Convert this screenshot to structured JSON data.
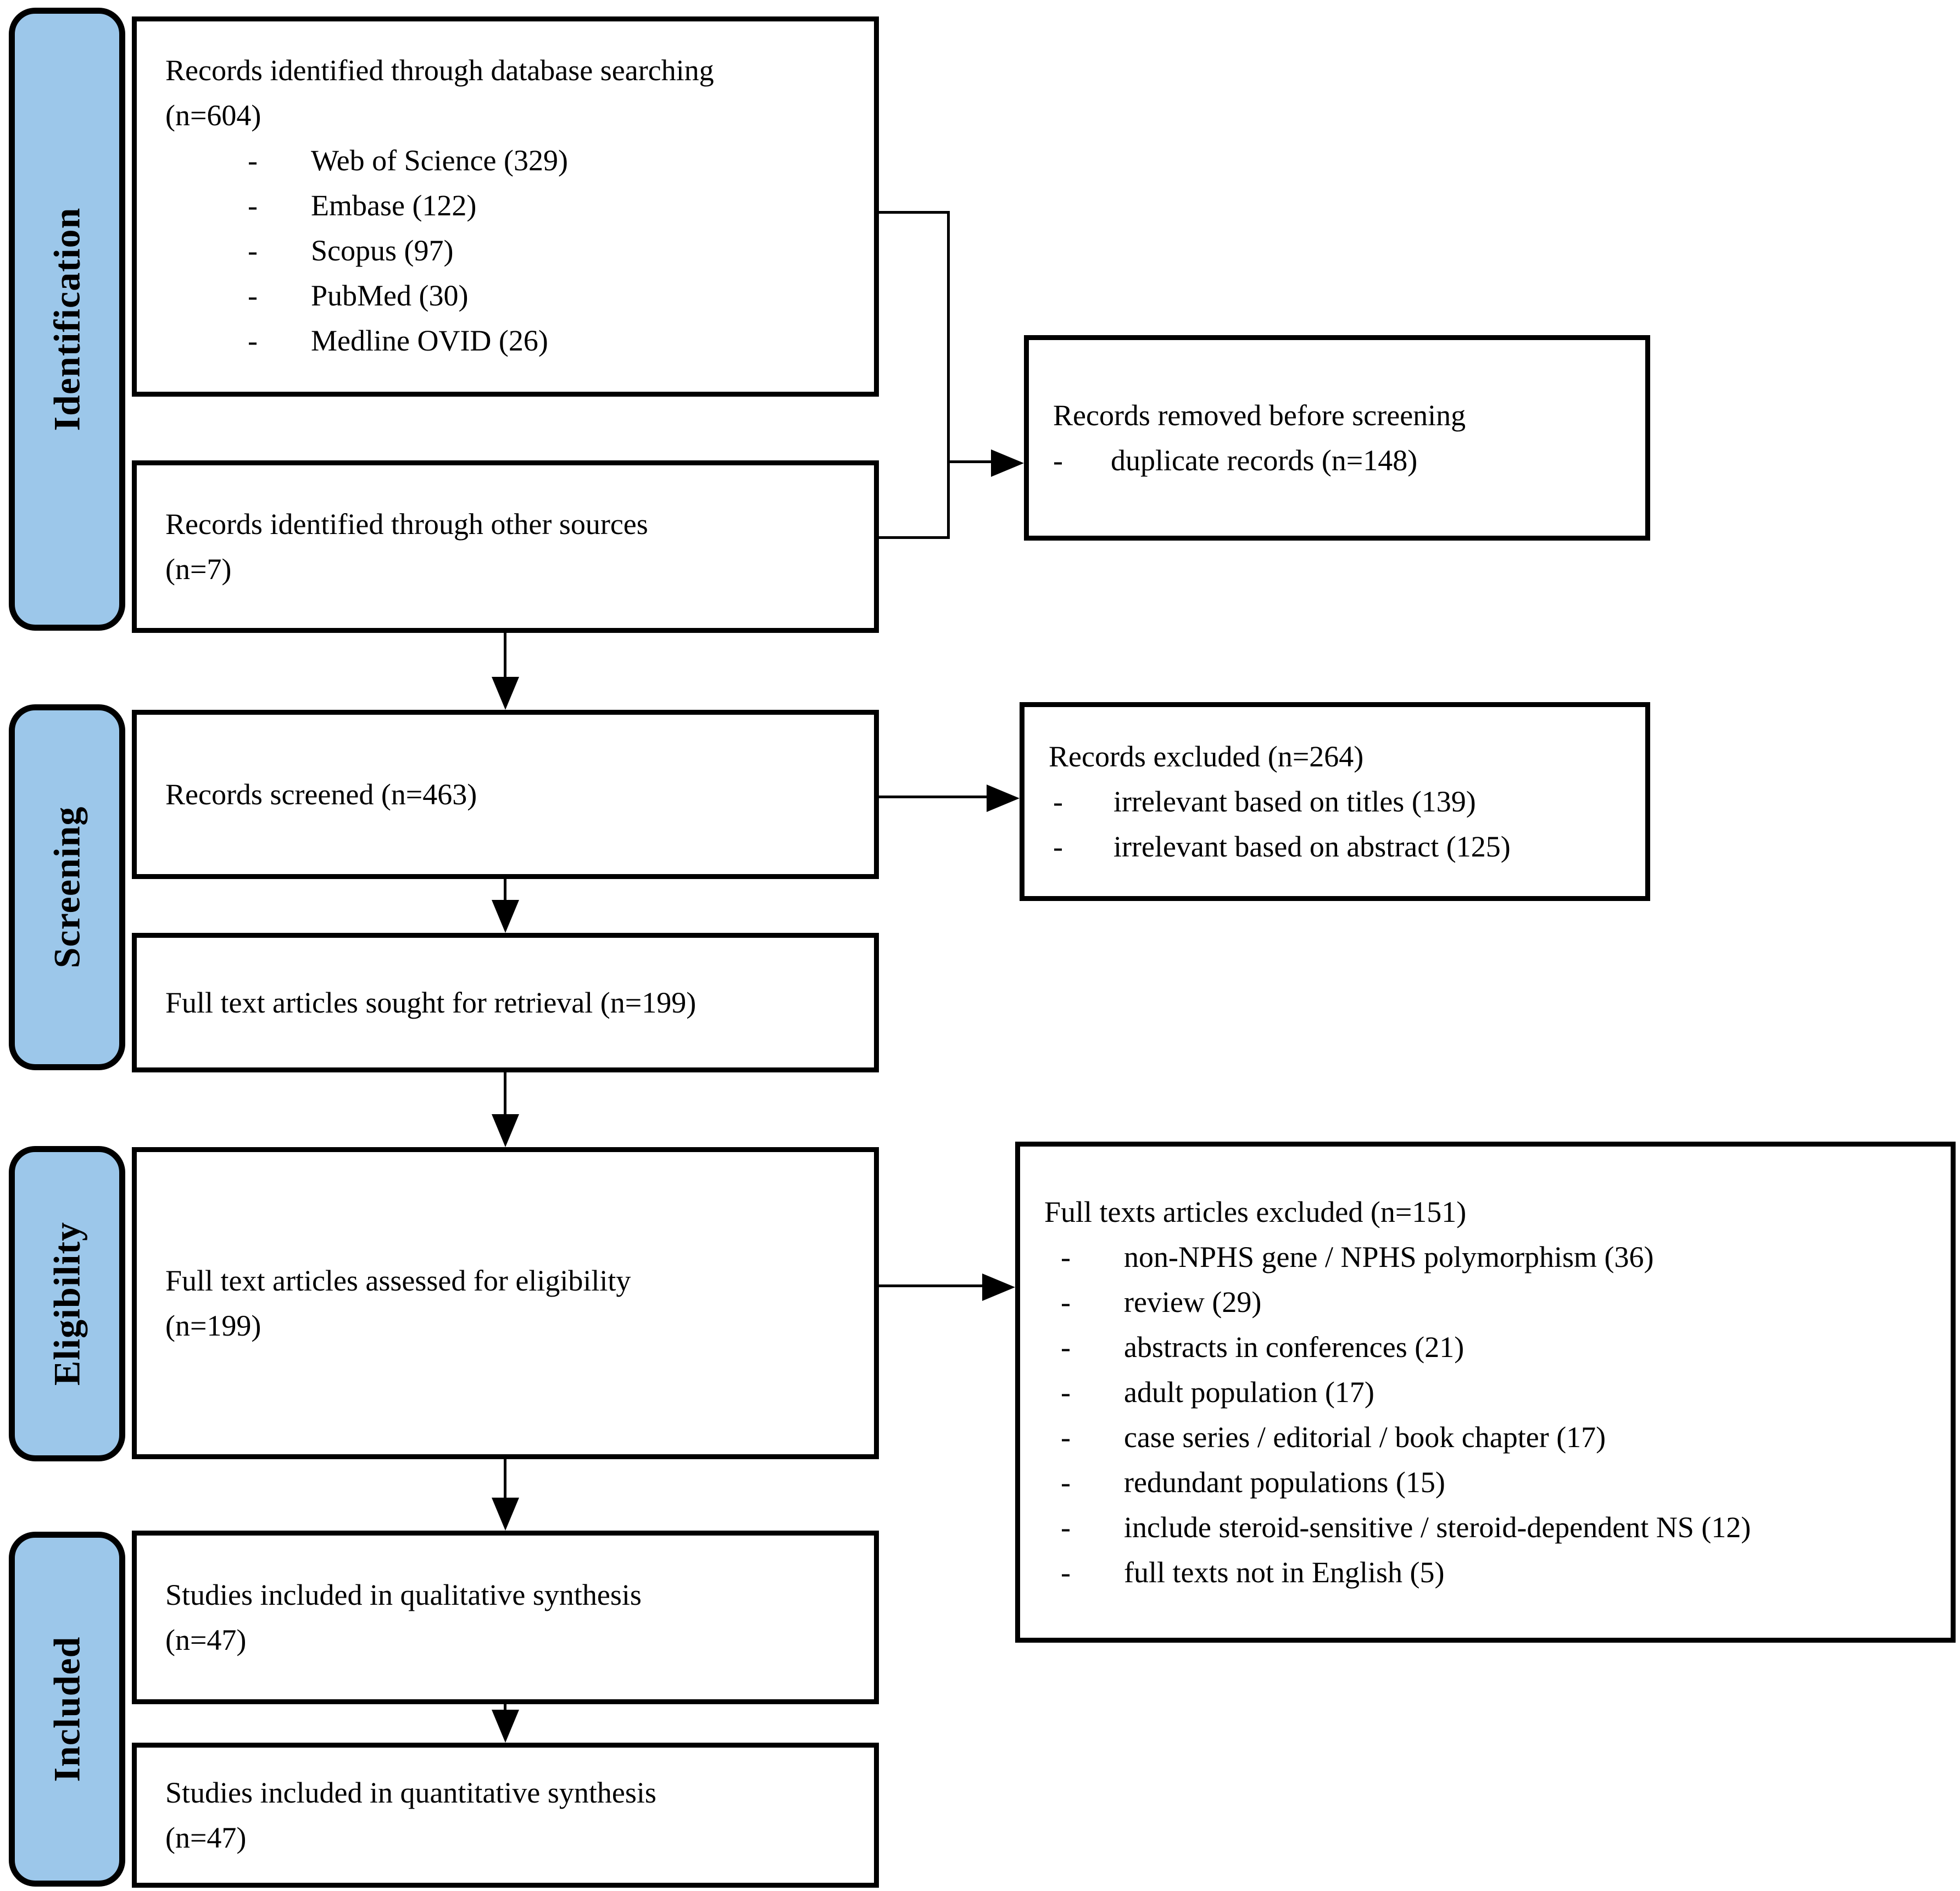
{
  "diagram": {
    "colors": {
      "tab_fill": "#9CC7EA",
      "border": "#000000",
      "box_background": "#FFFFFF"
    },
    "bullet_char": "-",
    "stages": [
      {
        "label": "Identification"
      },
      {
        "label": "Screening"
      },
      {
        "label": "Eligibility"
      },
      {
        "label": "Included"
      }
    ],
    "boxes": {
      "db_search": {
        "title": "Records identified through database searching",
        "n": "(n=604)",
        "items": [
          "Web of Science (329)",
          "Embase (122)",
          "Scopus (97)",
          "PubMed (30)",
          "Medline OVID (26)"
        ]
      },
      "other_sources": {
        "line1": "Records identified through other sources",
        "line2": "(n=7)"
      },
      "removed": {
        "title": "Records removed before screening",
        "items": [
          "duplicate records (n=148)"
        ]
      },
      "screened": {
        "line1": "Records screened (n=463)"
      },
      "excluded": {
        "title": "Records excluded (n=264)",
        "items": [
          "irrelevant based on titles (139)",
          "irrelevant based on abstract (125)"
        ]
      },
      "sought": {
        "line1": "Full text articles sought for retrieval (n=199)"
      },
      "assessed": {
        "line1": "Full text articles assessed for eligibility",
        "line2": "(n=199)"
      },
      "fulltext_excluded": {
        "title": "Full texts articles excluded (n=151)",
        "items": [
          "non-NPHS gene / NPHS polymorphism (36)",
          "review (29)",
          "abstracts in conferences (21)",
          "adult population (17)",
          "case series / editorial / book chapter (17)",
          "redundant populations (15)",
          "include steroid-sensitive / steroid-dependent NS (12)",
          "full texts not in English (5)"
        ]
      },
      "qualitative": {
        "line1": "Studies included in qualitative synthesis",
        "line2": "(n=47)"
      },
      "quantitative": {
        "line1": "Studies included in quantitative synthesis",
        "line2": "(n=47)"
      }
    }
  }
}
